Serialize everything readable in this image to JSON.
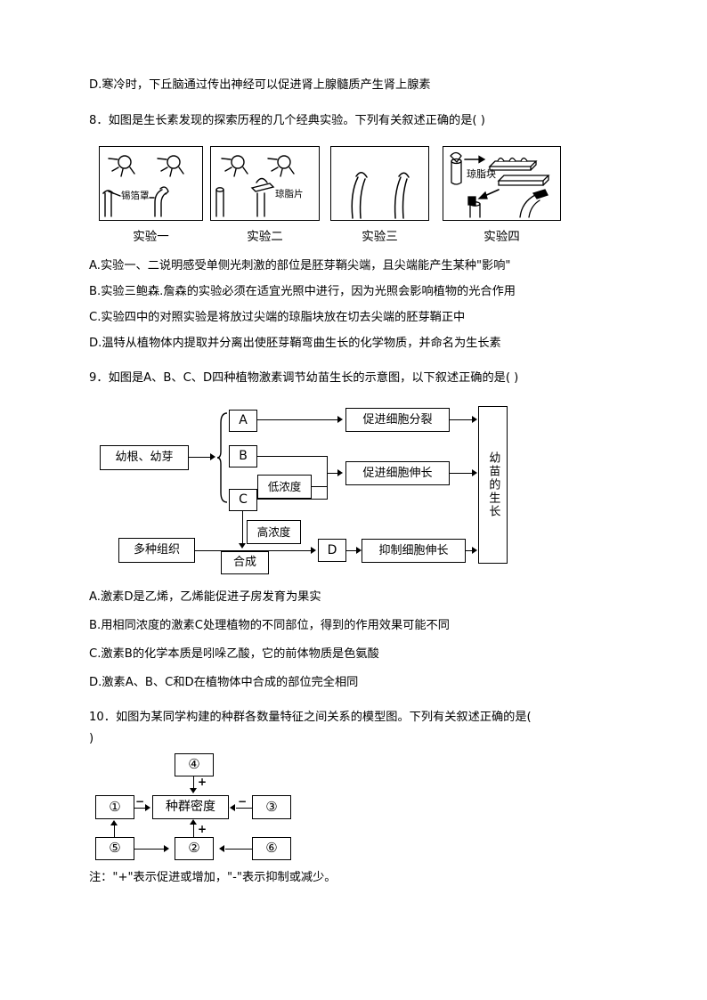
{
  "document": {
    "type": "exam-paper",
    "language": "zh-CN"
  },
  "q7_tail": {
    "option_d": "D.寒冷时，下丘脑通过传出神经可以促进肾上腺髓质产生肾上腺素"
  },
  "q8": {
    "stem": "8．如图是生长素发现的探索历程的几个经典实验。下列有关叙述正确的是(  )",
    "figure": {
      "panels": [
        {
          "caption": "实验一",
          "inner_labels": [
            "锡箔罩"
          ]
        },
        {
          "caption": "实验二",
          "inner_labels": [
            "琼脂片"
          ]
        },
        {
          "caption": "实验三",
          "inner_labels": []
        },
        {
          "caption": "实验四",
          "inner_labels": [
            "琼脂块"
          ]
        }
      ]
    },
    "options": [
      "A.实验一、二说明感受单侧光刺激的部位是胚芽鞘尖端，且尖端能产生某种\"影响\"",
      "B.实验三鲍森.詹森的实验必须在适宜光照中进行，因为光照会影响植物的光合作用",
      "C.实验四中的对照实验是将放过尖端的琼脂块放在切去尖端的胚芽鞘正中",
      "D.温特从植物体内提取并分离出使胚芽鞘弯曲生长的化学物质，并命名为生长素"
    ]
  },
  "q9": {
    "stem": "9．如图是A、B、C、D四种植物激素调节幼苗生长的示意图，以下叙述正确的是(  )",
    "figure": {
      "source_box": "幼根、幼芽",
      "tissue_box": "多种组织",
      "synthesis_box": "合成",
      "hormone_boxes": [
        "A",
        "B",
        "C",
        "D"
      ],
      "concentration_labels": [
        "低浓度",
        "高浓度"
      ],
      "effect_boxes": [
        "促进细胞分裂",
        "促进细胞伸长",
        "抑制细胞伸长"
      ],
      "outcome_box": "幼苗的生长"
    },
    "options": [
      "A.激素D是乙烯，乙烯能促进子房发育为果实",
      "B.用相同浓度的激素C处理植物的不同部位，得到的作用效果可能不同",
      "C.激素B的化学本质是吲哚乙酸，它的前体物质是色氨酸",
      "D.激素A、B、C和D在植物体中合成的部位完全相同"
    ]
  },
  "q10": {
    "stem": "10．如图为某同学构建的种群各数量特征之间关系的模型图。下列有关叙述正确的是(",
    "stem_tail": ")",
    "figure": {
      "center_box": "种群密度",
      "numbered_boxes": [
        "①",
        "②",
        "③",
        "④",
        "⑤",
        "⑥"
      ],
      "signs": {
        "four_to_center": "+",
        "one_to_center": "−",
        "three_to_center": "−",
        "two_to_center": "+"
      }
    },
    "note": "注：\"+\"表示促进或增加，\"-\"表示抑制或减少。"
  }
}
